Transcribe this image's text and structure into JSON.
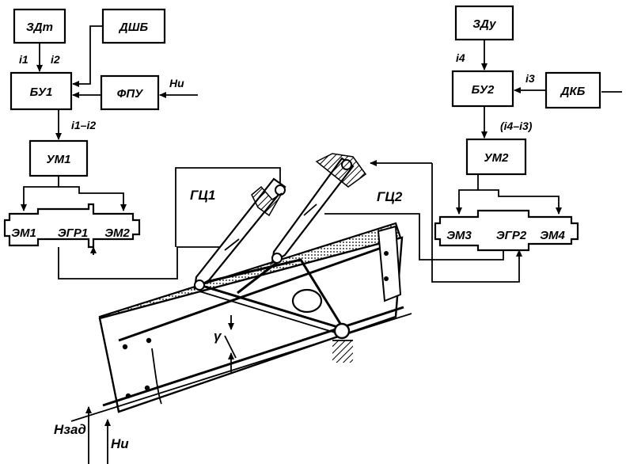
{
  "blocks": {
    "zdt": "ЗДт",
    "dshb": "ДШБ",
    "bu1": "БУ1",
    "fpu": "ФПУ",
    "um1": "УМ1",
    "em1": "ЭМ1",
    "egr1": "ЭГР1",
    "em2": "ЭМ2",
    "zdu": "ЗДу",
    "bu2": "БУ2",
    "dkb": "ДКБ",
    "um2": "УМ2",
    "em3": "ЭМ3",
    "egr2": "ЭГР2",
    "em4": "ЭМ4"
  },
  "signals": {
    "i1": "i1",
    "i2": "i2",
    "hi_in": "Ни",
    "diff1": "i1–i2",
    "i4": "i4",
    "i3": "i3",
    "diff2": "(i4–i3)"
  },
  "cylinders": {
    "gc1": "ГЦ1",
    "gc2": "ГЦ2"
  },
  "annotations": {
    "gamma": "γ",
    "h_zad": "Hзад",
    "h_i": "Hи"
  }
}
